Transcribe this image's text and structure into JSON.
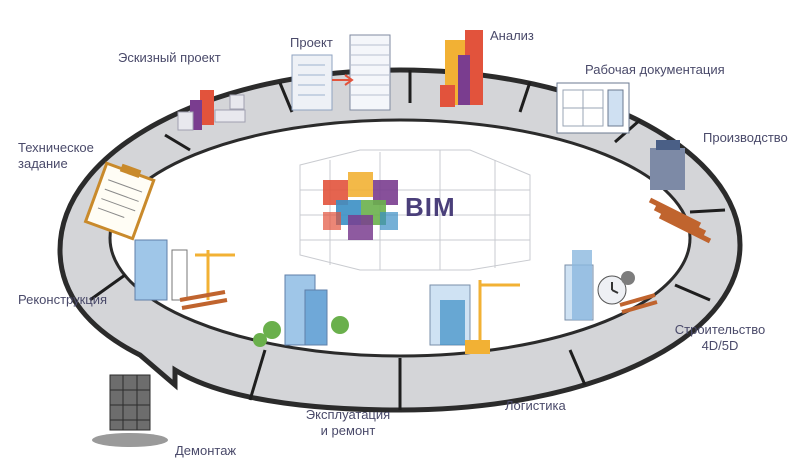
{
  "center": {
    "title": "BIM"
  },
  "stages": [
    {
      "id": "concept",
      "label": "Эскизный проект",
      "icon": "concept-model-icon"
    },
    {
      "id": "project",
      "label": "Проект",
      "icon": "building-design-icon"
    },
    {
      "id": "analysis",
      "label": "Анализ",
      "icon": "analysis-model-icon"
    },
    {
      "id": "working-docs",
      "label": "Рабочая документация",
      "icon": "drawing-sheet-icon"
    },
    {
      "id": "production",
      "label": "Производство",
      "icon": "factory-machine-icon"
    },
    {
      "id": "construction",
      "label_line1": "Строительство",
      "label_line2": "4D/5D",
      "icon": "construction-time-cost-icon"
    },
    {
      "id": "logistics",
      "label": "Логистика",
      "icon": "crane-truck-icon"
    },
    {
      "id": "operation",
      "label_line1": "Эксплуатация",
      "label_line2": "и ремонт",
      "icon": "city-buildings-icon"
    },
    {
      "id": "demolition",
      "label": "Демонтаж",
      "icon": "demolition-icon"
    },
    {
      "id": "reconstruction",
      "label": "Реконструкция",
      "icon": "reconstruction-crane-icon"
    },
    {
      "id": "brief",
      "label_line1": "Техническое",
      "label_line2": "задание",
      "icon": "clipboard-checklist-icon"
    }
  ],
  "colors": {
    "ring": "#d4d5d8",
    "ring_dark": "#2b2b2b",
    "label": "#4a4a6a",
    "bim_cube_1": "#e2533c",
    "bim_cube_2": "#7a3d8f",
    "bim_cube_3": "#3b8fc4",
    "bim_cube_4": "#6ab04c",
    "bim_cube_5": "#f2b134"
  }
}
